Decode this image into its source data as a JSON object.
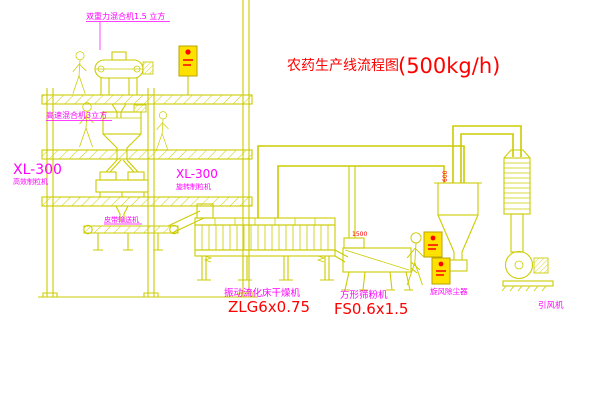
{
  "drawing": {
    "title": "农药生产线流程图",
    "capacity": "(500kg/h)"
  },
  "labels": {
    "top_mixer": "双重力混合机1.5 立方",
    "high_speed_mixer": "高速混合机3立方",
    "granulator_left_model": "XL-300",
    "granulator_left_name": "高效制粒机",
    "granulator_right_model": "XL-300",
    "granulator_right_name": "旋转制粒机",
    "belt_conveyor": "皮带输送机",
    "fluid_bed_dryer": "振动流化床干燥机",
    "fluid_bed_dryer_model": "ZLG6x0.75",
    "sifter": "方形筛粉机",
    "sifter_model": "FS0.6x1.5",
    "cyclone": "旋风除尘器",
    "induced_draft_fan": "引风机"
  },
  "dimensions": {
    "sifter_length": "1500",
    "cyclone_diameter": "600"
  },
  "colors": {
    "line": "#cccc00",
    "label_text": "#ff00ff",
    "model_text": "#ff0000",
    "panel_fill": "#ffe100",
    "indicator": "#ff0000",
    "background": "#ffffff"
  }
}
